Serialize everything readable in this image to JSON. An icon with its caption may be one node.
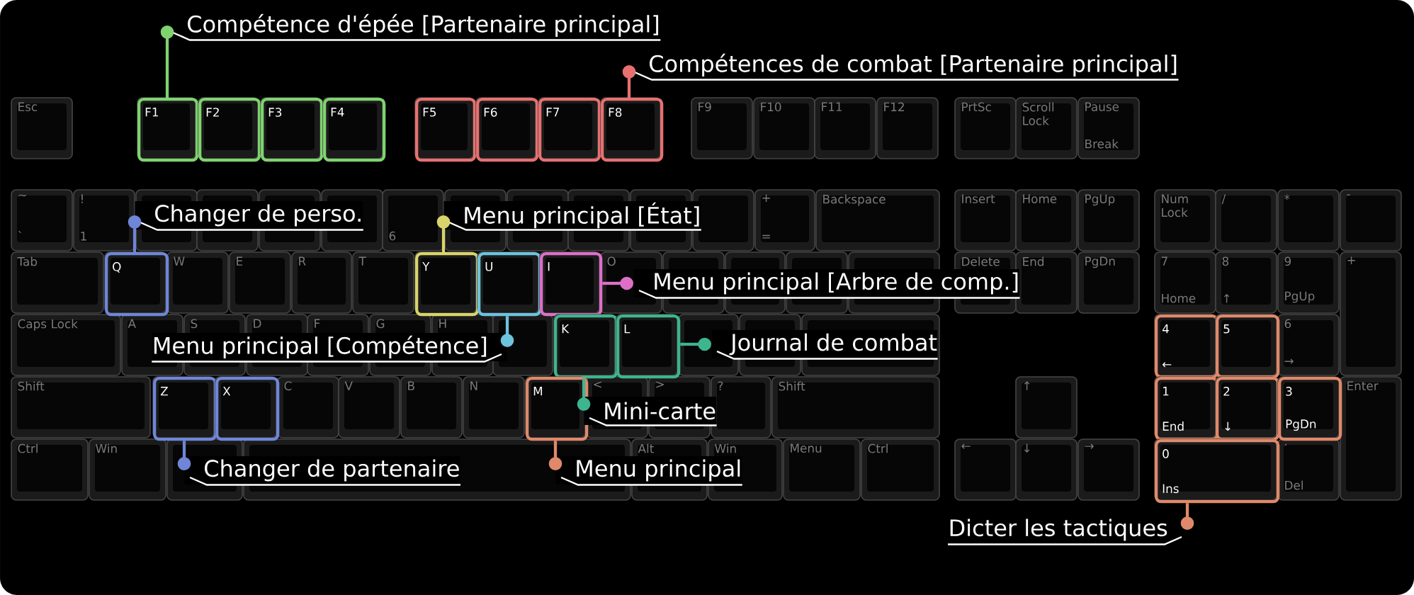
{
  "diagram": {
    "nodes": [
      {
        "text": [
          "Compétence d'épée [Partenaire principal]"
        ]
      },
      {
        "text": [
          "Compétences de combat [Partenaire principal]"
        ]
      },
      {
        "text": [
          "F1"
        ]
      },
      {
        "text": [
          "F2"
        ]
      },
      {
        "text": [
          "F3"
        ]
      },
      {
        "text": [
          "F4"
        ]
      },
      {
        "text": [
          "F5"
        ]
      },
      {
        "text": [
          "F6"
        ]
      },
      {
        "text": [
          "F7"
        ]
      },
      {
        "text": [
          "F8"
        ]
      },
      {
        "text": [
          "Changer de perso."
        ]
      },
      {
        "text": [
          "Menu principal [État]"
        ]
      },
      {
        "text": [
          "Q"
        ]
      },
      {
        "text": [
          "Y"
        ]
      },
      {
        "text": [
          "U"
        ]
      },
      {
        "text": [
          "I"
        ]
      },
      {
        "text": [
          "Menu principal [Arbre de comp.]"
        ]
      },
      {
        "text": [
          "K"
        ]
      },
      {
        "text": [
          "L"
        ]
      },
      {
        "text": [
          "Menu principal [Compétence]"
        ]
      },
      {
        "text": [
          "Journal de combat"
        ]
      },
      {
        "text": [
          "4",
          "←"
        ]
      },
      {
        "text": [
          "5"
        ]
      },
      {
        "text": [
          "Z"
        ]
      },
      {
        "text": [
          "X"
        ]
      },
      {
        "text": [
          "M"
        ]
      },
      {
        "text": [
          "Mini-carte"
        ]
      },
      {
        "text": [
          "1",
          "End"
        ]
      },
      {
        "text": [
          "2",
          "↓"
        ]
      },
      {
        "text": [
          "3",
          "PgDn"
        ]
      },
      {
        "text": [
          "Changer de partenaire"
        ]
      },
      {
        "text": [
          "Menu principal"
        ]
      },
      {
        "text": [
          "0",
          "Ins"
        ]
      },
      {
        "text": [
          "Dicter les tactiques"
        ]
      }
    ],
    "edges": [
      {
        "from": 0,
        "to": 2,
        "arrow": "other",
        "color": "#7fd36f"
      },
      {
        "from": 1,
        "to": 9,
        "arrow": "other",
        "color": "#e87070"
      },
      {
        "from": 10,
        "to": 12,
        "arrow": "other",
        "color": "#6f86d8"
      },
      {
        "from": 11,
        "to": 13,
        "arrow": "other",
        "color": "#d9d46a"
      },
      {
        "from": 16,
        "to": 15,
        "arrow": "other",
        "color": "#dd6fc8"
      },
      {
        "from": 19,
        "to": 14,
        "arrow": "other",
        "color": "#6cc3de"
      },
      {
        "from": 20,
        "to": 18,
        "arrow": "other",
        "color": "#3db58f"
      },
      {
        "from": 26,
        "to": 17,
        "arrow": "other",
        "color": "#3db58f"
      },
      {
        "from": 30,
        "to": 23,
        "arrow": "other",
        "color": "#6f86d8"
      },
      {
        "from": 31,
        "to": 25,
        "arrow": "other",
        "color": "#e0896a"
      },
      {
        "from": 33,
        "to": 32,
        "arrow": "other",
        "color": "#e0896a"
      }
    ],
    "labels": [
      "Esc",
      "F9",
      "F10",
      "F11",
      "F12",
      "PrtSc",
      "Scroll Lock",
      "Pause",
      "Break",
      "~",
      "`",
      "!",
      "1",
      "6",
      "+",
      "=",
      "Backspace",
      "Insert",
      "Home",
      "PgUp",
      "Num Lock",
      "/",
      "*",
      "-",
      "Tab",
      "W",
      "E",
      "R",
      "T",
      "O",
      "Delete",
      "End",
      "PgDn",
      "7",
      "Home",
      "8",
      "↑",
      "9",
      "PgUp",
      "+",
      "Caps Lock",
      "A",
      "S",
      "D",
      "F",
      "G",
      "H",
      "6",
      "→",
      "Shift",
      "C",
      "V",
      "B",
      "N",
      "<",
      ">",
      "?",
      "Shift",
      "↑",
      "Enter",
      "Ctrl",
      "Win",
      "Alt",
      "Win",
      "Menu",
      "Ctrl",
      "←",
      "↓",
      "→",
      ".",
      "Del"
    ]
  }
}
